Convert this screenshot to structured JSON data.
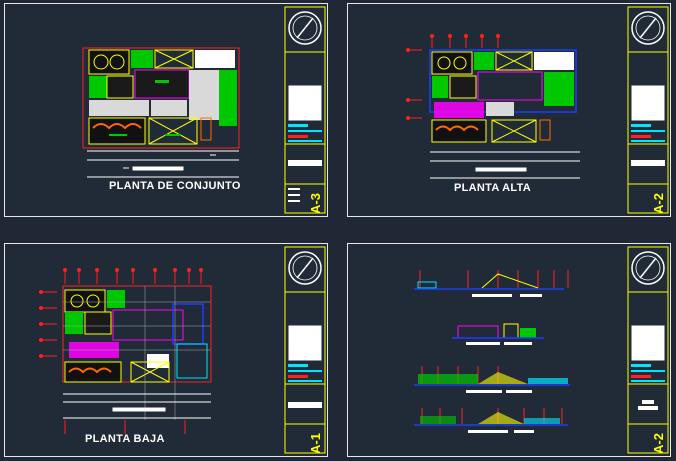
{
  "sheets": [
    {
      "title": "PLANTA DE CONJUNTO",
      "code": "A-3",
      "north_label": "N"
    },
    {
      "title": "PLANTA ALTA",
      "code": "A-2",
      "north_label": "N"
    },
    {
      "title": "PLANTA BAJA",
      "code": "A-1",
      "north_label": "N"
    },
    {
      "title": "",
      "code": "A-2",
      "north_label": "N"
    }
  ],
  "colors": {
    "background": "#1f2834",
    "frame": "#ffffff",
    "titleblock": "#ffff00",
    "accent_cyan": "#00e5ff",
    "accent_magenta": "#ff00ff",
    "accent_green": "#00c800",
    "dimension_red": "#ff2020"
  }
}
